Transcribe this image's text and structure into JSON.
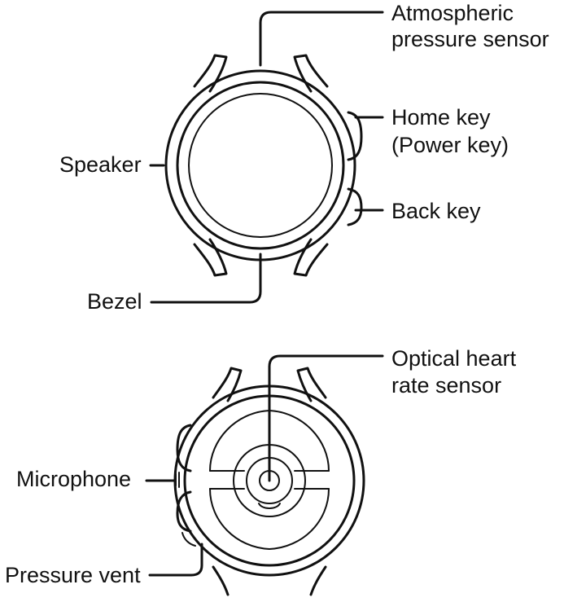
{
  "front_view": {
    "labels": {
      "atmospheric_line1": "Atmospheric",
      "atmospheric_line2": "pressure sensor",
      "home_key_line1": "Home key",
      "home_key_line2": "(Power key)",
      "back_key": "Back key",
      "speaker": "Speaker",
      "bezel": "Bezel"
    }
  },
  "back_view": {
    "labels": {
      "optical_line1": "Optical heart",
      "optical_line2": "rate sensor",
      "microphone": "Microphone",
      "pressure_vent": "Pressure vent"
    }
  },
  "colors": {
    "ink": "#111111",
    "background": "#ffffff"
  }
}
